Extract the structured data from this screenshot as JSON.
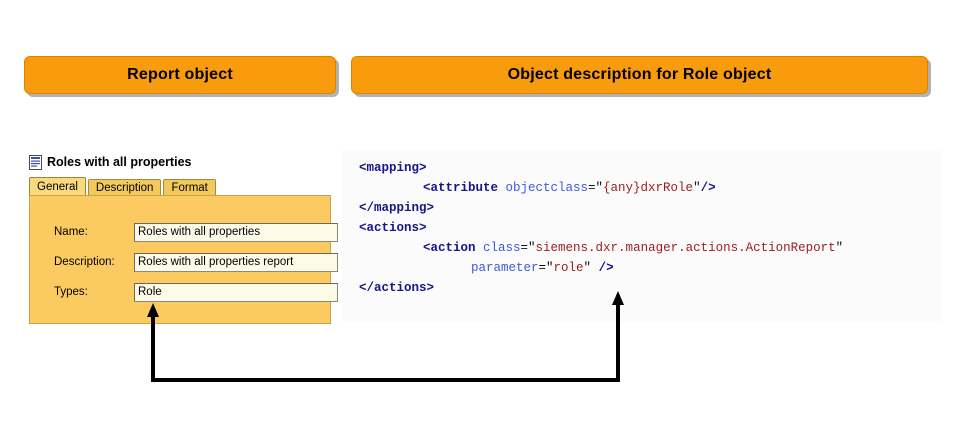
{
  "banners": {
    "left": "Report object",
    "right": "Object description for Role object"
  },
  "form": {
    "icon": "report-document-icon",
    "title": "Roles with all properties",
    "tabs": [
      {
        "label": "General",
        "active": true
      },
      {
        "label": "Description",
        "active": false
      },
      {
        "label": "Format",
        "active": false
      }
    ],
    "fields": [
      {
        "label": "Name:",
        "value": "Roles with all properties"
      },
      {
        "label": "Description:",
        "value": "Roles with all properties report"
      },
      {
        "label": "Types:",
        "value": "Role"
      }
    ]
  },
  "code": {
    "lines": [
      {
        "indent": 0,
        "parts": [
          {
            "t": "tag",
            "s": "<mapping>"
          }
        ]
      },
      {
        "indent": 1,
        "parts": [
          {
            "t": "tag",
            "s": "<attribute "
          },
          {
            "t": "attr",
            "s": "objectclass"
          },
          {
            "t": "punct",
            "s": "=\""
          },
          {
            "t": "val",
            "s": "{any}dxrRole"
          },
          {
            "t": "punct",
            "s": "\""
          },
          {
            "t": "tag",
            "s": "/>"
          }
        ]
      },
      {
        "indent": 0,
        "parts": [
          {
            "t": "tag",
            "s": "</mapping>"
          }
        ]
      },
      {
        "indent": 0,
        "parts": [
          {
            "t": "tag",
            "s": "<actions>"
          }
        ]
      },
      {
        "indent": 1,
        "parts": [
          {
            "t": "tag",
            "s": "<action "
          },
          {
            "t": "attr",
            "s": "class"
          },
          {
            "t": "punct",
            "s": "=\""
          },
          {
            "t": "val",
            "s": "siemens.dxr.manager.actions.ActionReport"
          },
          {
            "t": "punct",
            "s": "\""
          }
        ]
      },
      {
        "indent": 2,
        "parts": [
          {
            "t": "attr",
            "s": "parameter"
          },
          {
            "t": "punct",
            "s": "=\""
          },
          {
            "t": "val",
            "s": "role"
          },
          {
            "t": "punct",
            "s": "\" "
          },
          {
            "t": "tag",
            "s": "/>"
          }
        ]
      },
      {
        "indent": 0,
        "parts": [
          {
            "t": "tag",
            "s": "</actions>"
          }
        ]
      }
    ]
  },
  "colors": {
    "banner_fill": "#f89b0c",
    "form_body": "#fbca61",
    "tab_active": "#fcd97c",
    "tab_inactive": "#f2c95c",
    "input_fill": "#fdfbe8",
    "code_tag": "#151587",
    "code_attr": "#3b5bdb",
    "code_value": "#9b1c1c",
    "connector": "#000000"
  }
}
